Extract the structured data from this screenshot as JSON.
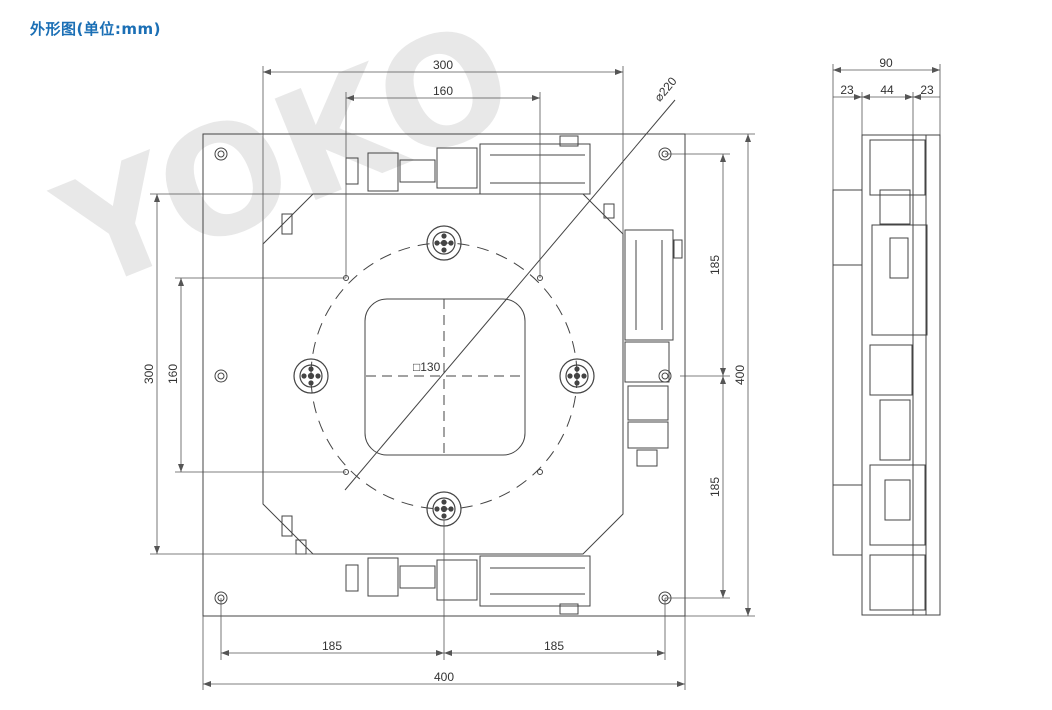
{
  "title": "外形图(单位:mm)",
  "watermark": "YOKO",
  "colors": {
    "title": "#1b6fb5",
    "line": "#444444",
    "dim_text": "#333333"
  },
  "dimensions": {
    "top_width": "300",
    "top_inner": "160",
    "diagonal": "⌀220",
    "center_opening": "□130",
    "left_outer": "300",
    "left_inner": "160",
    "right_upper": "185",
    "right_lower": "185",
    "right_total": "400",
    "bottom_left": "185",
    "bottom_right": "185",
    "bottom_total": "400",
    "side_total": "90",
    "side_left": "23",
    "side_mid": "44",
    "side_right": "23"
  }
}
